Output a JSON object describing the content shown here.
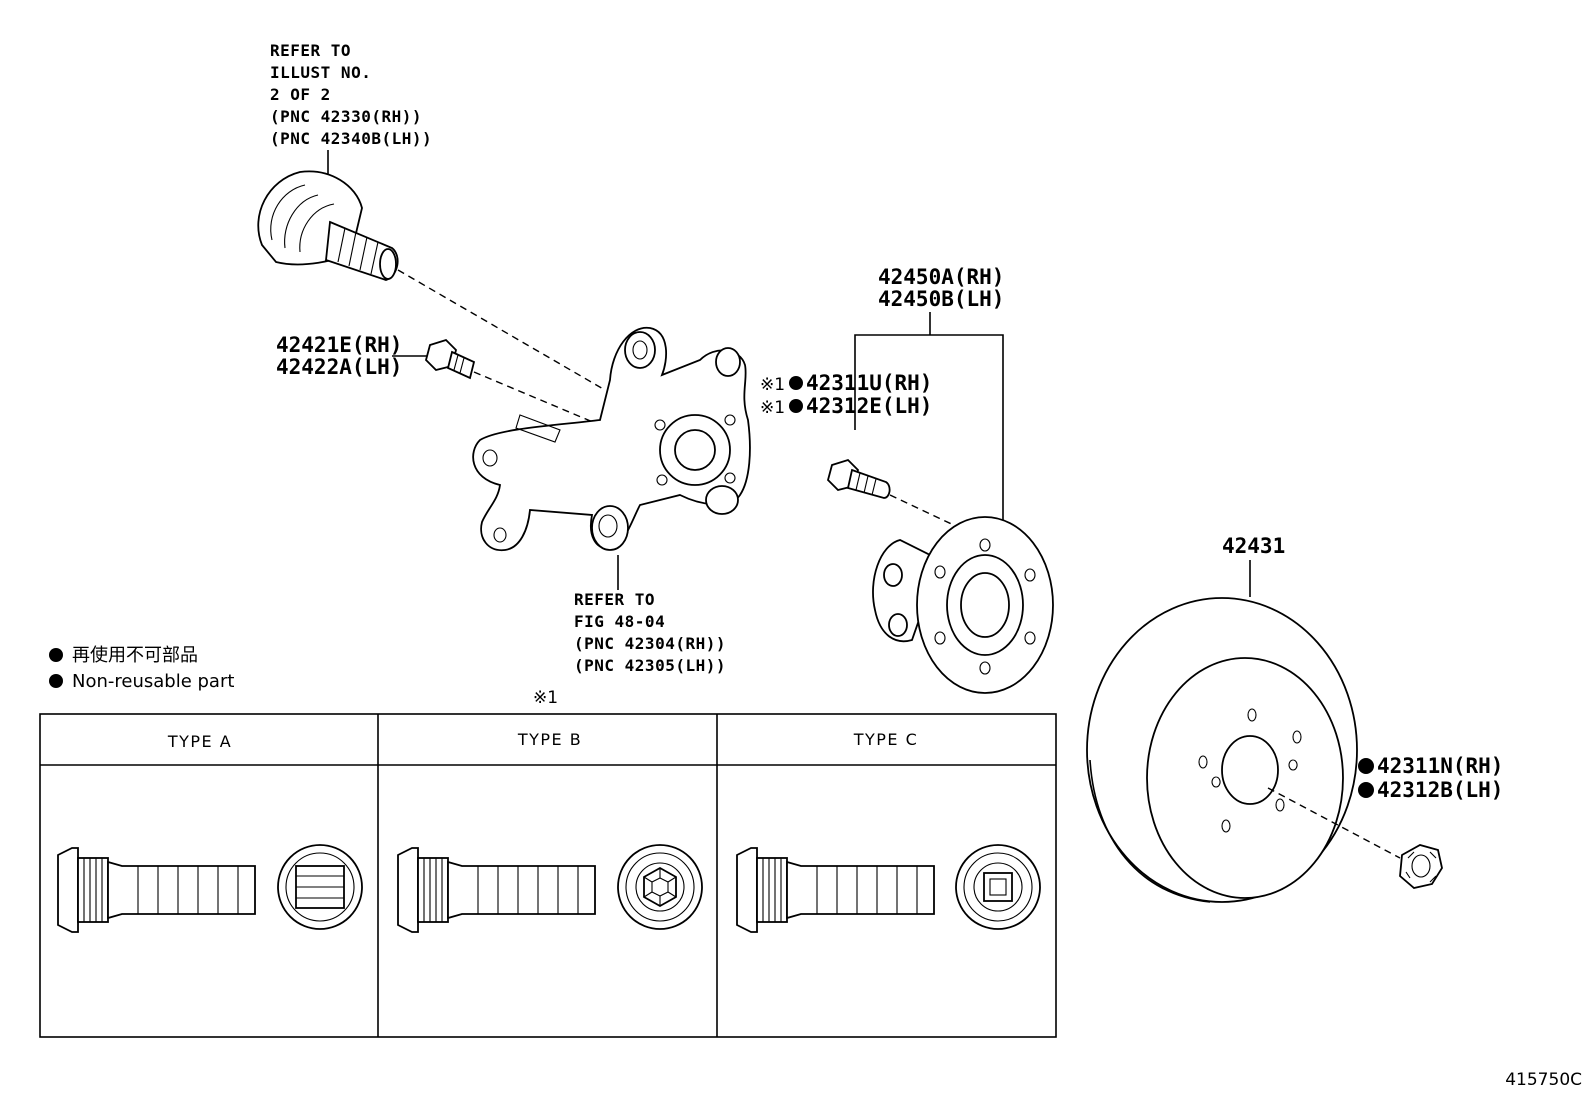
{
  "driveshaft_ref": {
    "lines": [
      "REFER TO",
      "ILLUST NO.",
      "2 OF 2",
      "(PNC 42330(RH))",
      "(PNC 42340B(LH))"
    ]
  },
  "bolt_label": {
    "lines": [
      "42421E(RH)",
      "42422A(LH)"
    ]
  },
  "hub_label": {
    "lines": [
      "42450A(RH)",
      "42450B(LH)"
    ]
  },
  "hub_bolt_label": {
    "mark": "※1",
    "lines": [
      "42311U(RH)",
      "42312E(LH)"
    ]
  },
  "knuckle_ref": {
    "lines": [
      "REFER TO",
      "FIG 48-04",
      "(PNC 42304(RH))",
      "(PNC 42305(LH))"
    ]
  },
  "disc_label": {
    "text": "42431"
  },
  "nut_label": {
    "lines": [
      "42311N(RH)",
      "42312B(LH)"
    ]
  },
  "legend": {
    "items": [
      "再使用不可部品",
      "Non-reusable part"
    ]
  },
  "table": {
    "mark": "※1",
    "headers": [
      "TYPE A",
      "TYPE B",
      "TYPE C"
    ]
  },
  "illustration_code": "415750C",
  "icons": [
    "non-reusable-dot-icon",
    "hub-bolt-icon",
    "nut-icon"
  ]
}
